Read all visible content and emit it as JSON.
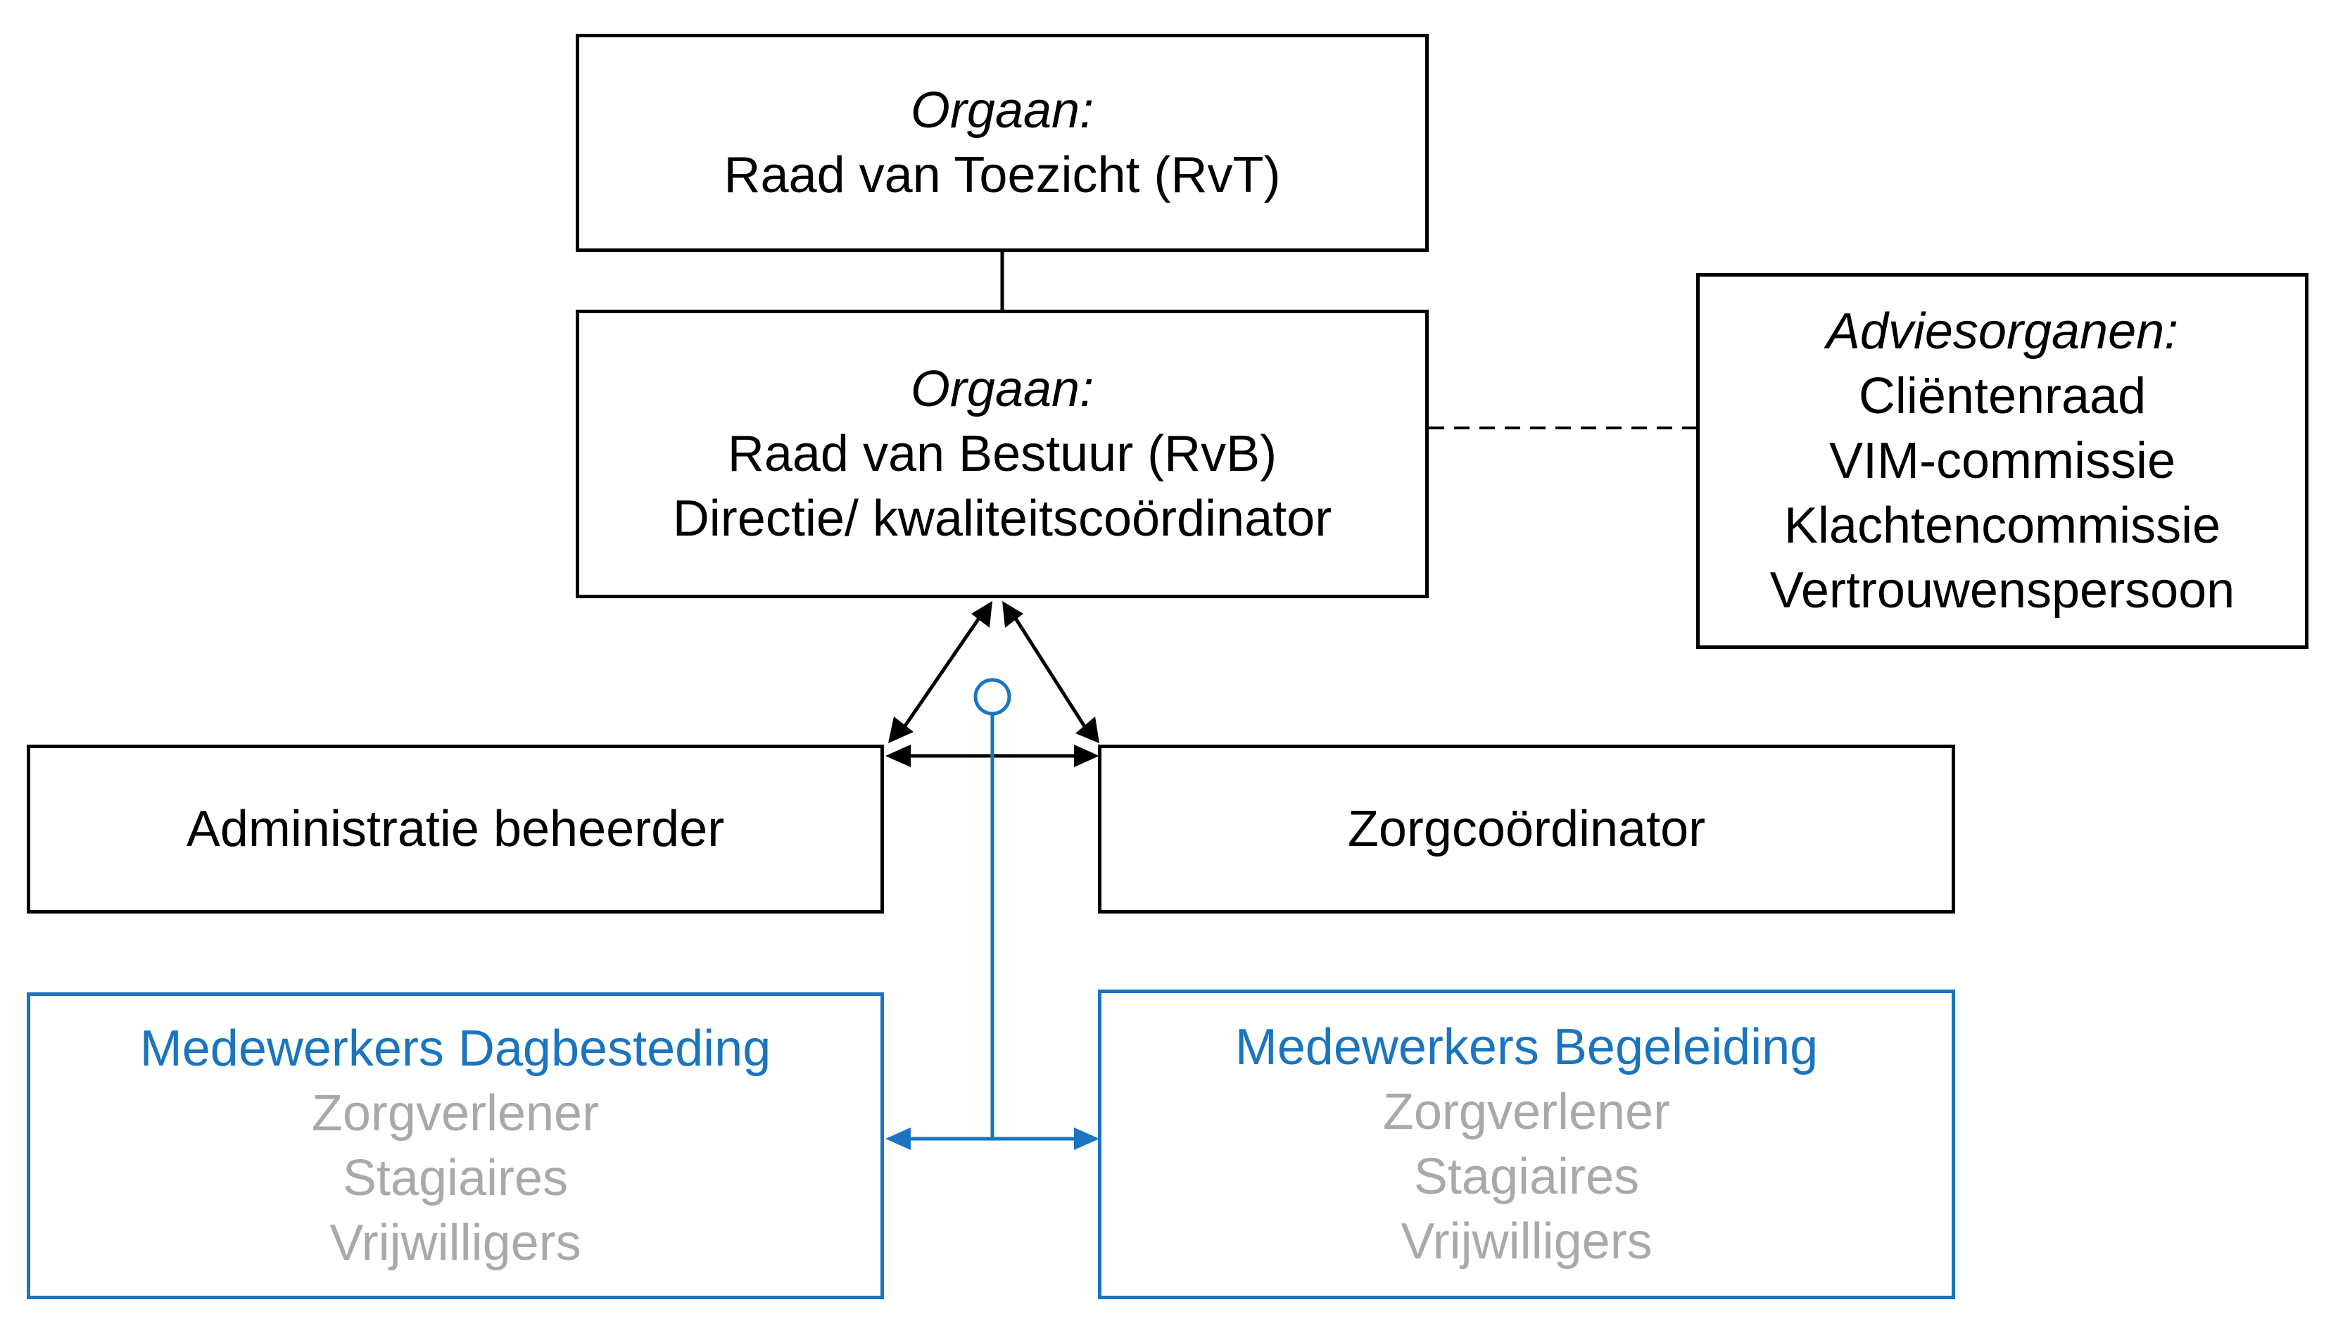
{
  "rvt": {
    "heading": "Orgaan:",
    "lines": [
      "Raad van Toezicht (RvT)"
    ]
  },
  "rvb": {
    "heading": "Orgaan:",
    "lines": [
      "Raad van Bestuur (RvB)",
      "Directie/ kwaliteitscoördinator"
    ]
  },
  "advies": {
    "heading": "Adviesorganen:",
    "lines": [
      "Cliëntenraad",
      "VIM-commissie",
      "Klachtencommissie",
      "Vertrouwenspersoon"
    ]
  },
  "admin": {
    "label": "Administratie beheerder"
  },
  "zorg": {
    "label": "Zorgcoördinator"
  },
  "dagbesteding": {
    "title": "Medewerkers Dagbesteding",
    "roles": [
      "Zorgverlener",
      "Stagiaires",
      "Vrijwilligers"
    ]
  },
  "begeleiding": {
    "title": "Medewerkers Begeleiding",
    "roles": [
      "Zorgverlener",
      "Stagiaires",
      "Vrijwilligers"
    ]
  },
  "colors": {
    "line": "#000000",
    "accent_blue": "#1a74c0",
    "muted_grey": "#a9a9a9"
  }
}
